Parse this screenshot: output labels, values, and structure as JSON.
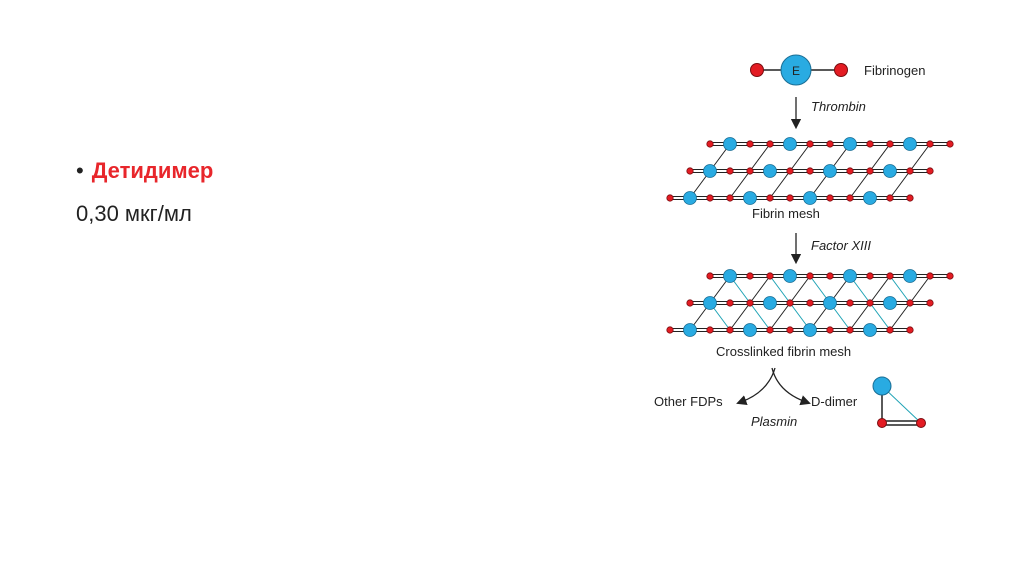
{
  "slide": {
    "bullet": {
      "marker": "•",
      "label": "Детидимер"
    },
    "value": "0,30 мкг/мл"
  },
  "diagram": {
    "fibrinogen_center_label": "E",
    "fibrinogen_label": "Fibrinogen",
    "thrombin_label": "Thrombin",
    "fibrin_mesh_label": "Fibrin mesh",
    "factor_label": "Factor XIII",
    "crosslinked_label": "Crosslinked fibrin mesh",
    "other_fdps_label": "Other FDPs",
    "ddimer_label": "D-dimer",
    "plasmin_label": "Plasmin",
    "colors": {
      "blue_node": "#29abe2",
      "red_node": "#e31c23",
      "crosslink": "#1fa3b5",
      "line": "#222222"
    }
  }
}
